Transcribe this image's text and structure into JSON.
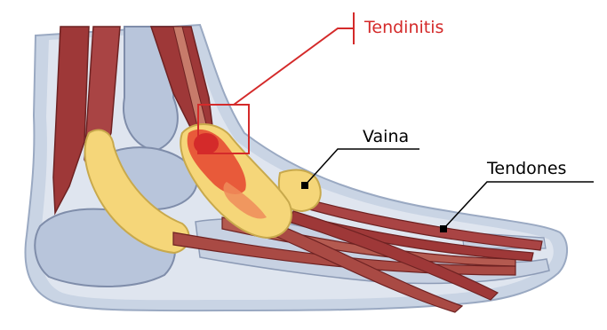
{
  "labels": {
    "tendinitis": "Tendinitis",
    "vaina": "Vaina",
    "tendones": "Tendones"
  },
  "colors": {
    "tendinitis_accent": "#d42a2a",
    "label_text": "#000000",
    "foot_outline": "#c9d4e4",
    "foot_fill": "#dfe5ef",
    "bone": "#b8c5db",
    "bone_edge": "#7f8daa",
    "muscle": "#9e3838",
    "muscle_light": "#c77b6a",
    "sheath": "#f5d679",
    "sheath_edge": "#c8a94c",
    "inflammation": "#e85a3a"
  }
}
